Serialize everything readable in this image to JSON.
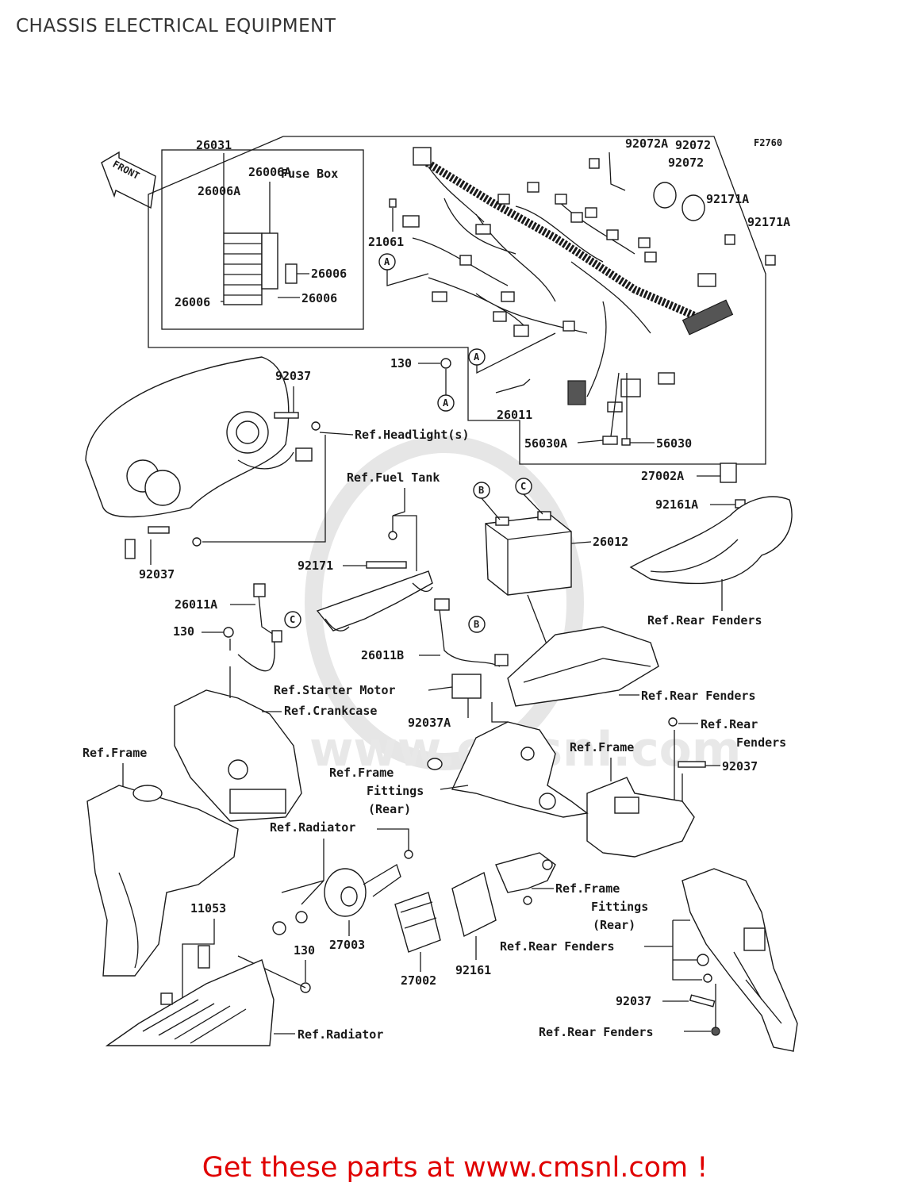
{
  "header": {
    "title": "CHASSIS ELECTRICAL EQUIPMENT"
  },
  "diagram": {
    "figure_code": "F2760",
    "front_label": "FRONT",
    "fuse_box_title": "Fuse Box",
    "part_numbers": {
      "p26031": "26031",
      "p26006A_1": "26006A",
      "p26006A_2": "26006A",
      "p26006_1": "26006",
      "p26006_2": "26006",
      "p26006_3": "26006",
      "p21061": "21061",
      "p130_1": "130",
      "p130_2": "130",
      "p130_3": "130",
      "p92072A": "92072A",
      "p92072_1": "92072",
      "p92072_2": "92072",
      "p92171A_1": "92171A",
      "p92171A_2": "92171A",
      "p26011": "26011",
      "p56030A": "56030A",
      "p56030": "56030",
      "p27002A": "27002A",
      "p92161A": "92161A",
      "p92037_1": "92037",
      "p92037_2": "92037",
      "p92037_3": "92037",
      "p92037_4": "92037",
      "p26012": "26012",
      "p92171": "92171",
      "p26011A": "26011A",
      "p26011B": "26011B",
      "p92037A": "92037A",
      "p11053": "11053",
      "p27003": "27003",
      "p27002": "27002",
      "p92161": "92161"
    },
    "refs": {
      "headlight": "Ref.Headlight(s)",
      "fuel_tank": "Ref.Fuel Tank",
      "rear_fenders_1": "Ref.Rear Fenders",
      "rear_fenders_2": "Ref.Rear Fenders",
      "rear_fenders_3a": "Ref.Rear",
      "rear_fenders_3b": "Fenders",
      "rear_fenders_4": "Ref.Rear Fenders",
      "rear_fenders_5": "Ref.Rear Fenders",
      "starter_motor": "Ref.Starter Motor",
      "crankcase": "Ref.Crankcase",
      "frame_1": "Ref.Frame",
      "frame_2": "Ref.Frame",
      "frame_fittings_1a": "Ref.Frame",
      "frame_fittings_1b": "Fittings",
      "frame_fittings_1c": "(Rear)",
      "frame_fittings_2a": "Ref.Frame",
      "frame_fittings_2b": "Fittings",
      "frame_fittings_2c": "(Rear)",
      "radiator_1": "Ref.Radiator",
      "radiator_2": "Ref.Radiator"
    },
    "callouts": {
      "a1": "A",
      "a2": "A",
      "a3": "A",
      "b1": "B",
      "b2": "B",
      "c1": "C",
      "c2": "C"
    },
    "watermark": "www.cmsnl.com"
  },
  "footer": {
    "promo": "Get these parts at www.cmsnl.com !"
  },
  "colors": {
    "promo": "#e00000",
    "ink": "#1a1a1a"
  }
}
